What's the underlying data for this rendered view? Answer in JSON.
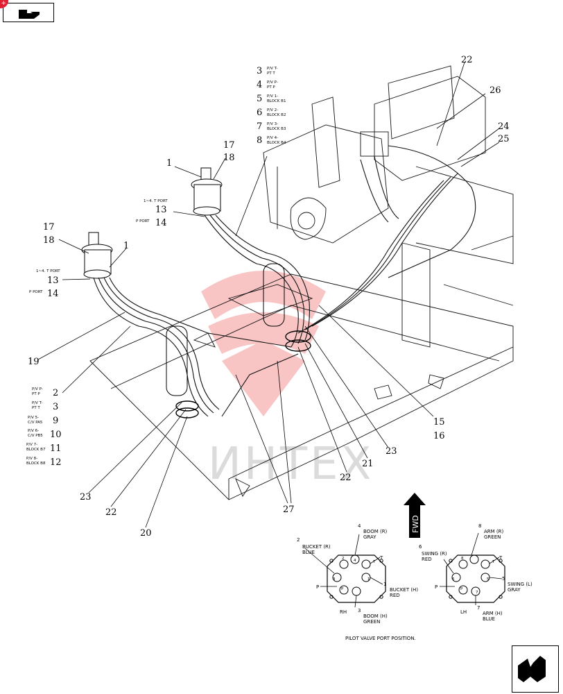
{
  "nav": {
    "prev_icon": "page-arrow-icon",
    "badge": "+",
    "next_icon": "page-corner-icon"
  },
  "watermark": "ИНТЕХ",
  "fwd_label": "FWD",
  "caption": "PILOT VALVE PORT POSITION.",
  "labels": {
    "n1a": "1",
    "n1b": "1",
    "n17a": "17",
    "n18a": "18",
    "n17b": "17",
    "n18b": "18",
    "port_t_a": "1~4. T PORT",
    "n13a": "13",
    "port_p_a": "P PORT",
    "n14a": "14",
    "port_t_b": "1~4. T PORT",
    "n13b": "13",
    "port_p_b": "P PORT",
    "n14b": "14",
    "n19": "19",
    "n20": "20",
    "n21": "21",
    "n22a": "22",
    "n22b": "22",
    "n22c": "22",
    "n23a": "23",
    "n23b": "23",
    "n24": "24",
    "n25": "25",
    "n26": "26",
    "n27": "27",
    "n15": "15",
    "n16": "16"
  },
  "top_list": [
    {
      "num": "3",
      "l1": "P/V T-",
      "l2": "PT T"
    },
    {
      "num": "4",
      "l1": "P/V P-",
      "l2": "PT P"
    },
    {
      "num": "5",
      "l1": "P/V 1-",
      "l2": "BLOCK B1"
    },
    {
      "num": "6",
      "l1": "P/V 2-",
      "l2": "BLOCK B2"
    },
    {
      "num": "7",
      "l1": "P/V 3-",
      "l2": "BLOCK B3"
    },
    {
      "num": "8",
      "l1": "P/V 4-",
      "l2": "BLOCK B4"
    }
  ],
  "left_list": [
    {
      "num": "2",
      "l1": "P/V P-",
      "l2": "PT P"
    },
    {
      "num": "3",
      "l1": "P/V T-",
      "l2": "PT T"
    },
    {
      "num": "9",
      "l1": "P/V 5-",
      "l2": "C/V PA5"
    },
    {
      "num": "10",
      "l1": "P/V 6-",
      "l2": "C/V PB5"
    },
    {
      "num": "11",
      "l1": "P/V 7-",
      "l2": "BLOCK B7"
    },
    {
      "num": "12",
      "l1": "P/V 8-",
      "l2": "BLOCK B8"
    }
  ],
  "rh_valve": {
    "side": "RH",
    "ports": {
      "p2": "2",
      "p4": "4",
      "p1": "1",
      "p3": "3",
      "pt": "T",
      "pp": "P"
    },
    "callouts": {
      "c2": "BUCKET (R)",
      "c2c": "BLUE",
      "c4": "BOOM (R)",
      "c4c": "GRAY",
      "c1": "BUCKET (H)",
      "c1c": "RED",
      "c3": "BOOM (H)",
      "c3c": "GREEN"
    }
  },
  "lh_valve": {
    "side": "LH",
    "ports": {
      "p6": "6",
      "p8": "8",
      "p5": "5",
      "p7": "7",
      "pt": "T",
      "pp": "P"
    },
    "callouts": {
      "c6": "SWING (R)",
      "c6c": "RED",
      "c8": "ARM (R)",
      "c8c": "GREEN",
      "c5": "SWING (L)",
      "c5c": "GRAY",
      "c7": "ARM (H)",
      "c7c": "BLUE"
    }
  }
}
